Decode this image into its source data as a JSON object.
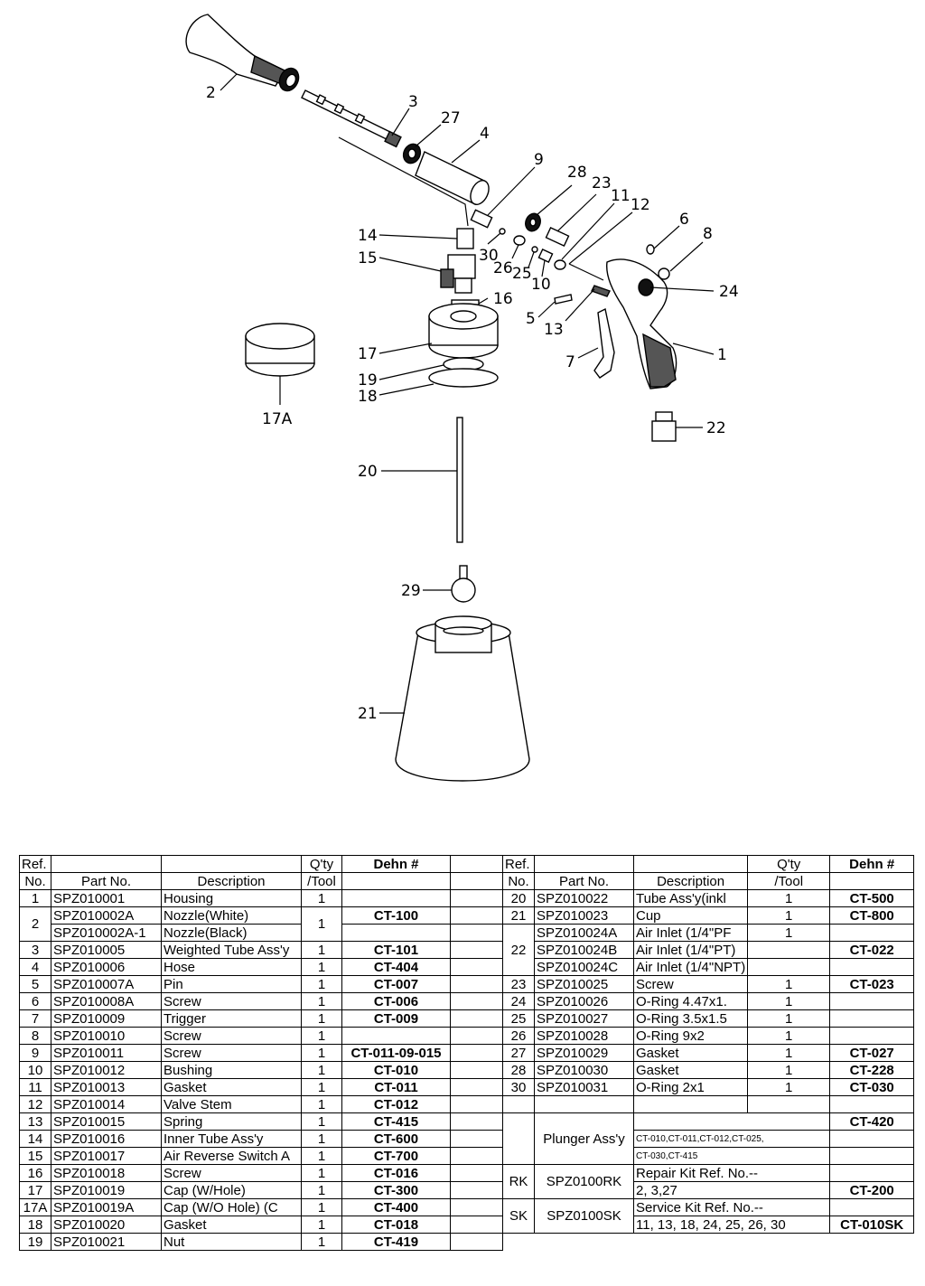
{
  "callouts": {
    "c2": "2",
    "c3": "3",
    "c27": "27",
    "c4": "4",
    "c9": "9",
    "c28": "28",
    "c23": "23",
    "c11": "11",
    "c12": "12",
    "c6": "6",
    "c8": "8",
    "c14": "14",
    "c30": "30",
    "c26": "26",
    "c25": "25",
    "c10": "10",
    "c15": "15",
    "c24": "24",
    "c16": "16",
    "c5": "5",
    "c13": "13",
    "c17": "17",
    "c7": "7",
    "c1": "1",
    "c19": "19",
    "c18": "18",
    "c17a": "17A",
    "c22": "22",
    "c20": "20",
    "c29": "29",
    "c21": "21"
  },
  "headers": {
    "ref": "Ref.",
    "no": "No.",
    "part_no": "Part No.",
    "description": "Description",
    "qty": "Q'ty",
    "per_tool": "/Tool",
    "dehn": "Dehn #"
  },
  "left_rows": [
    {
      "ref": "1",
      "part": "SPZ010001",
      "desc": "Housing",
      "qty": "1",
      "dehn": ""
    },
    {
      "ref": "2",
      "part": "SPZ010002A",
      "desc": "Nozzle(White)",
      "qty": "1",
      "dehn": "CT-100"
    },
    {
      "ref": "",
      "part": "SPZ010002A-1",
      "desc": "Nozzle(Black)",
      "qty": "",
      "dehn": ""
    },
    {
      "ref": "3",
      "part": "SPZ010005",
      "desc": "Weighted Tube Ass'y",
      "qty": "1",
      "dehn": "CT-101"
    },
    {
      "ref": "4",
      "part": "SPZ010006",
      "desc": "Hose",
      "qty": "1",
      "dehn": "CT-404"
    },
    {
      "ref": "5",
      "part": "SPZ010007A",
      "desc": "Pin",
      "qty": "1",
      "dehn": "CT-007"
    },
    {
      "ref": "6",
      "part": "SPZ010008A",
      "desc": "Screw",
      "qty": "1",
      "dehn": "CT-006"
    },
    {
      "ref": "7",
      "part": "SPZ010009",
      "desc": "Trigger",
      "qty": "1",
      "dehn": "CT-009"
    },
    {
      "ref": "8",
      "part": "SPZ010010",
      "desc": "Screw",
      "qty": "1",
      "dehn": ""
    },
    {
      "ref": "9",
      "part": "SPZ010011",
      "desc": "Screw",
      "qty": "1",
      "dehn": "CT-011-09-015"
    },
    {
      "ref": "10",
      "part": "SPZ010012",
      "desc": "Bushing",
      "qty": "1",
      "dehn": "CT-010"
    },
    {
      "ref": "11",
      "part": "SPZ010013",
      "desc": "Gasket",
      "qty": "1",
      "dehn": "CT-011"
    },
    {
      "ref": "12",
      "part": "SPZ010014",
      "desc": "Valve Stem",
      "qty": "1",
      "dehn": "CT-012"
    },
    {
      "ref": "13",
      "part": "SPZ010015",
      "desc": "Spring",
      "qty": "1",
      "dehn": "CT-415"
    },
    {
      "ref": "14",
      "part": "SPZ010016",
      "desc": "Inner Tube Ass'y",
      "qty": "1",
      "dehn": "CT-600"
    },
    {
      "ref": "15",
      "part": "SPZ010017",
      "desc": "Air Reverse Switch A",
      "qty": "1",
      "dehn": "CT-700"
    },
    {
      "ref": "16",
      "part": "SPZ010018",
      "desc": "Screw",
      "qty": "1",
      "dehn": "CT-016"
    },
    {
      "ref": "17",
      "part": "SPZ010019",
      "desc": "Cap     (W/Hole)",
      "qty": "1",
      "dehn": "CT-300"
    },
    {
      "ref": "17A",
      "part": "SPZ010019A",
      "desc": "Cap     (W/O Hole) (C",
      "qty": "1",
      "dehn": "CT-400"
    },
    {
      "ref": "18",
      "part": "SPZ010020",
      "desc": "Gasket",
      "qty": "1",
      "dehn": "CT-018"
    },
    {
      "ref": "19",
      "part": "SPZ010021",
      "desc": "Nut",
      "qty": "1",
      "dehn": "CT-419"
    }
  ],
  "right_rows": [
    {
      "ref": "20",
      "part": "SPZ010022",
      "desc": "Tube Ass'y(inkl",
      "qty": "1",
      "dehn": "CT-500"
    },
    {
      "ref": "21",
      "part": "SPZ010023",
      "desc": "Cup",
      "qty": "1",
      "dehn": "CT-800"
    },
    {
      "ref": "22",
      "part": "SPZ010024A",
      "desc": "Air Inlet (1/4\"PF",
      "qty": "1",
      "dehn": ""
    },
    {
      "ref": "",
      "part": "SPZ010024B",
      "desc": "Air Inlet (1/4\"PT)",
      "qty": "",
      "dehn": "CT-022"
    },
    {
      "ref": "",
      "part": "SPZ010024C",
      "desc": "Air Inlet (1/4\"NPT)",
      "qty": "",
      "dehn": ""
    },
    {
      "ref": "23",
      "part": "SPZ010025",
      "desc": "Screw",
      "qty": "1",
      "dehn": "CT-023"
    },
    {
      "ref": "24",
      "part": "SPZ010026",
      "desc": "O-Ring 4.47x1.",
      "qty": "1",
      "dehn": ""
    },
    {
      "ref": "25",
      "part": "SPZ010027",
      "desc": "O-Ring 3.5x1.5",
      "qty": "1",
      "dehn": ""
    },
    {
      "ref": "26",
      "part": "SPZ010028",
      "desc": "O-Ring 9x2",
      "qty": "1",
      "dehn": ""
    },
    {
      "ref": "27",
      "part": "SPZ010029",
      "desc": "Gasket",
      "qty": "1",
      "dehn": "CT-027"
    },
    {
      "ref": "28",
      "part": "SPZ010030",
      "desc": "Gasket",
      "qty": "1",
      "dehn": "CT-228"
    },
    {
      "ref": "30",
      "part": "SPZ010031",
      "desc": "O-Ring 2x1",
      "qty": "1",
      "dehn": "CT-030"
    }
  ],
  "plunger": {
    "label": "Plunger Ass'y",
    "dehn": "CT-420",
    "list_1": "CT-010,CT-011,CT-012,CT-025,",
    "list_2": "CT-030,CT-415"
  },
  "repair_kit": {
    "ref": "RK",
    "part": "SPZ0100RK",
    "title": "Repair Kit Ref. No.--",
    "items": "2, 3,27",
    "dehn": "CT-200"
  },
  "service_kit": {
    "ref": "SK",
    "part": "SPZ0100SK",
    "title": "Service Kit Ref. No.--",
    "items": "11, 13, 18, 24, 25, 26, 30",
    "dehn": "CT-010SK"
  }
}
